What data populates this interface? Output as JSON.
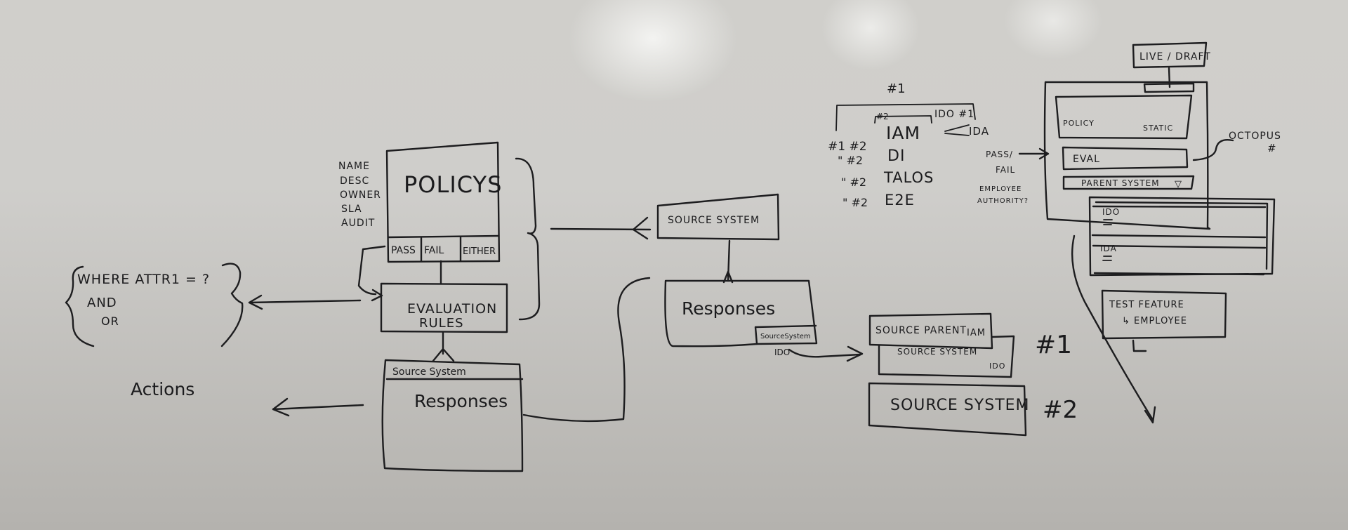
{
  "left_group": {
    "attribute_list": [
      "NAME",
      "DESC",
      "OWNER",
      "SLA",
      "AUDIT"
    ],
    "policys_box": {
      "title": "POLICYS",
      "cells": [
        "PASS",
        "FAIL",
        "EITHER"
      ]
    },
    "evaluation_rules": [
      "EVALUATION",
      "RULES"
    ],
    "responses_box": {
      "header": "Source System",
      "title": "Responses"
    },
    "where_clause": [
      "WHERE ATTR1 = ?",
      "AND",
      "OR"
    ],
    "actions_label": "Actions"
  },
  "middle_group": {
    "source_system": "SOURCE SYSTEM",
    "responses": "Responses",
    "responses_tag": "SourceSystem",
    "ido_label": "IDO"
  },
  "source_parent_group": {
    "source_parent": "SOURCE PARENT",
    "source_parent_suffix": "IAM",
    "source_system_inner": "SOURCE SYSTEM",
    "source_system_inner_suffix": "IDO",
    "marker_1": "#1",
    "source_system_2": "SOURCE SYSTEM",
    "marker_2": "#2"
  },
  "list_group": {
    "top_label": "#1",
    "sub_label": "#2",
    "ido_right": "IDO #1",
    "ida": "IDA",
    "rows": [
      {
        "prefix": "#1 #2",
        "name": "IAM"
      },
      {
        "prefix": "\" #2",
        "name": "DI"
      },
      {
        "prefix": "\" #2",
        "name": "TALOS"
      },
      {
        "prefix": "\" #2",
        "name": "E2E"
      }
    ]
  },
  "right_mock": {
    "live_draft": "LIVE / DRAFT",
    "policy": "POLICY",
    "static": "STATIC",
    "eval": "EVAL",
    "parent_system": "PARENT SYSTEM",
    "dropdown_glyph": "▽",
    "octopus": "OCTOPUS",
    "octopus_marker": "#",
    "pass_fail": [
      "PASS/",
      "FAIL"
    ],
    "employee_question": [
      "EMPLOYEE",
      "AUTHORITY?"
    ],
    "list_items": [
      "IDO",
      "IDA"
    ],
    "test_feature": "TEST FEATURE",
    "employee": "↳ EMPLOYEE"
  }
}
